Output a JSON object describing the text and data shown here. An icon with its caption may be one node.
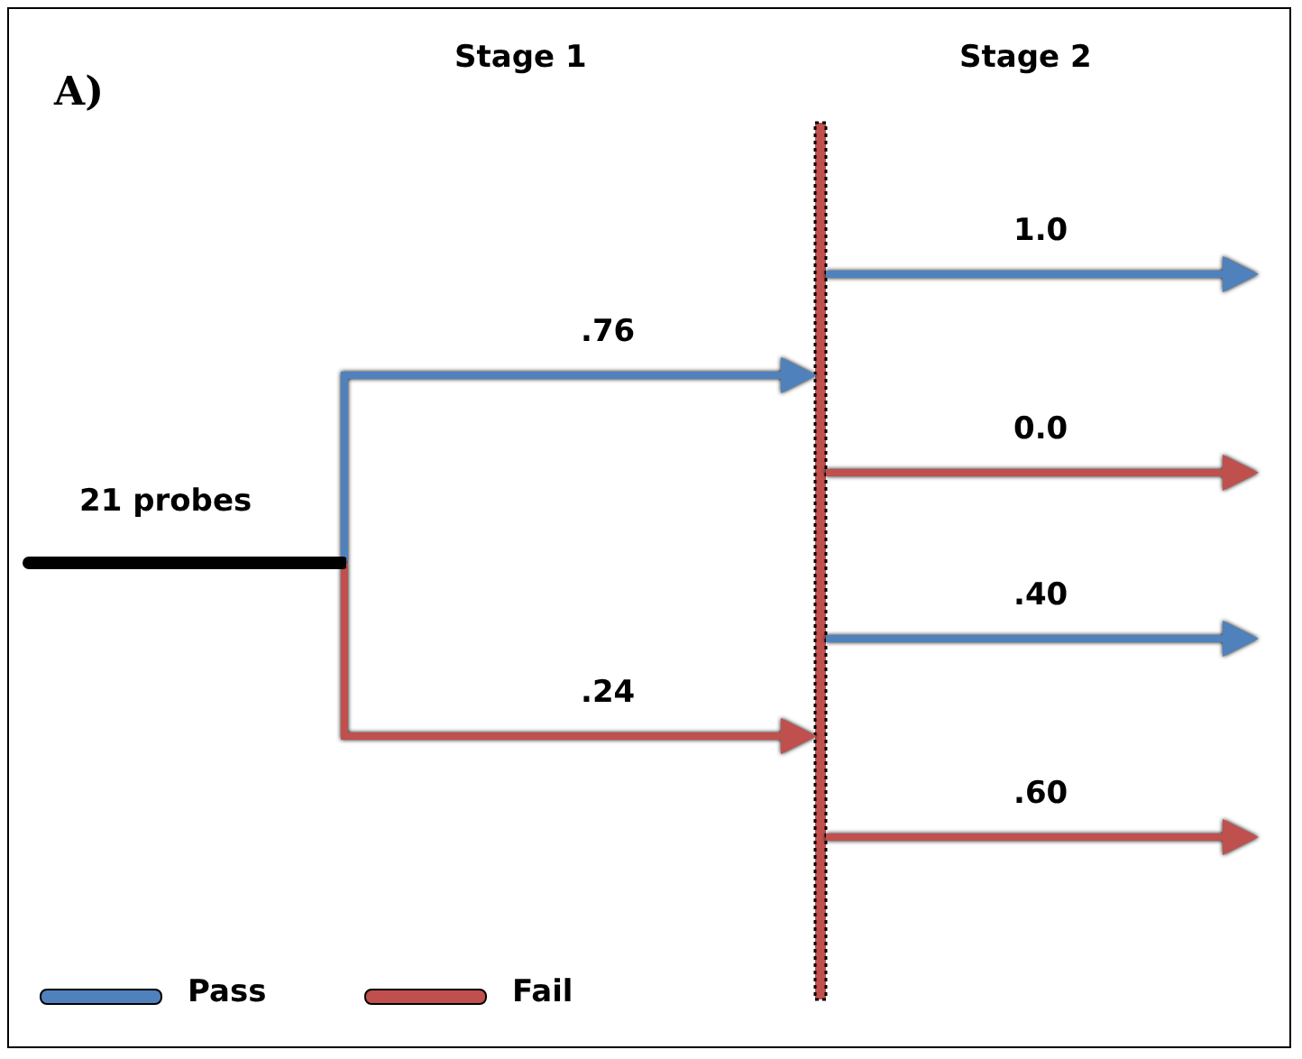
{
  "diagram": {
    "nodes": [
      {
        "text": [
          "21 probes"
        ]
      },
      {
        "text": [],
        "shape": "bar"
      }
    ],
    "edges": [
      {
        "from": 0,
        "to": 1,
        "arrow": "to",
        "label": ".76",
        "color": "#4f81bd"
      },
      {
        "from": 0,
        "to": 1,
        "arrow": "to",
        "label": ".24",
        "color": "#c0504d"
      },
      {
        "from": 1,
        "to": null,
        "arrow": "to",
        "label": "1.0",
        "color": "#4f81bd"
      },
      {
        "from": 1,
        "to": null,
        "arrow": "to",
        "label": "0.0",
        "color": "#c0504d"
      },
      {
        "from": 1,
        "to": null,
        "arrow": "to",
        "label": ".40",
        "color": "#4f81bd"
      },
      {
        "from": 1,
        "to": null,
        "arrow": "to",
        "label": ".60",
        "color": "#c0504d"
      }
    ],
    "labels": [
      "A)",
      "Stage 1",
      "Stage 2"
    ],
    "legend": [
      {
        "text": "Pass",
        "color": "#4f81bd"
      },
      {
        "text": "Fail",
        "color": "#c0504d"
      }
    ]
  }
}
